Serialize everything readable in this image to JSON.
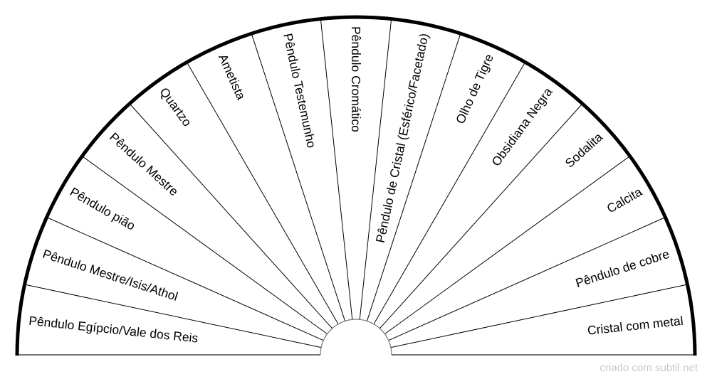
{
  "chart": {
    "title": "Pendulum chart",
    "sectors": [
      "Pêndulo Egípcio/Vale dos Reis",
      "Pêndulo Mestre/Isis/Athol",
      "Pêndulo pião",
      "Pêndulo Mestre",
      "Quartzo",
      "Ametista",
      "Pêndulo Testemunho",
      "Pêndulo Cromático",
      "Pêndulo de Cristal (Esférico/Facetado)",
      "Olho de Tigre",
      "Obsidiana Negra",
      "Sodalita",
      "Calcita",
      "Pêndulo de cobre",
      "Cristal com metal"
    ]
  },
  "footer": "criado com subtil.net"
}
